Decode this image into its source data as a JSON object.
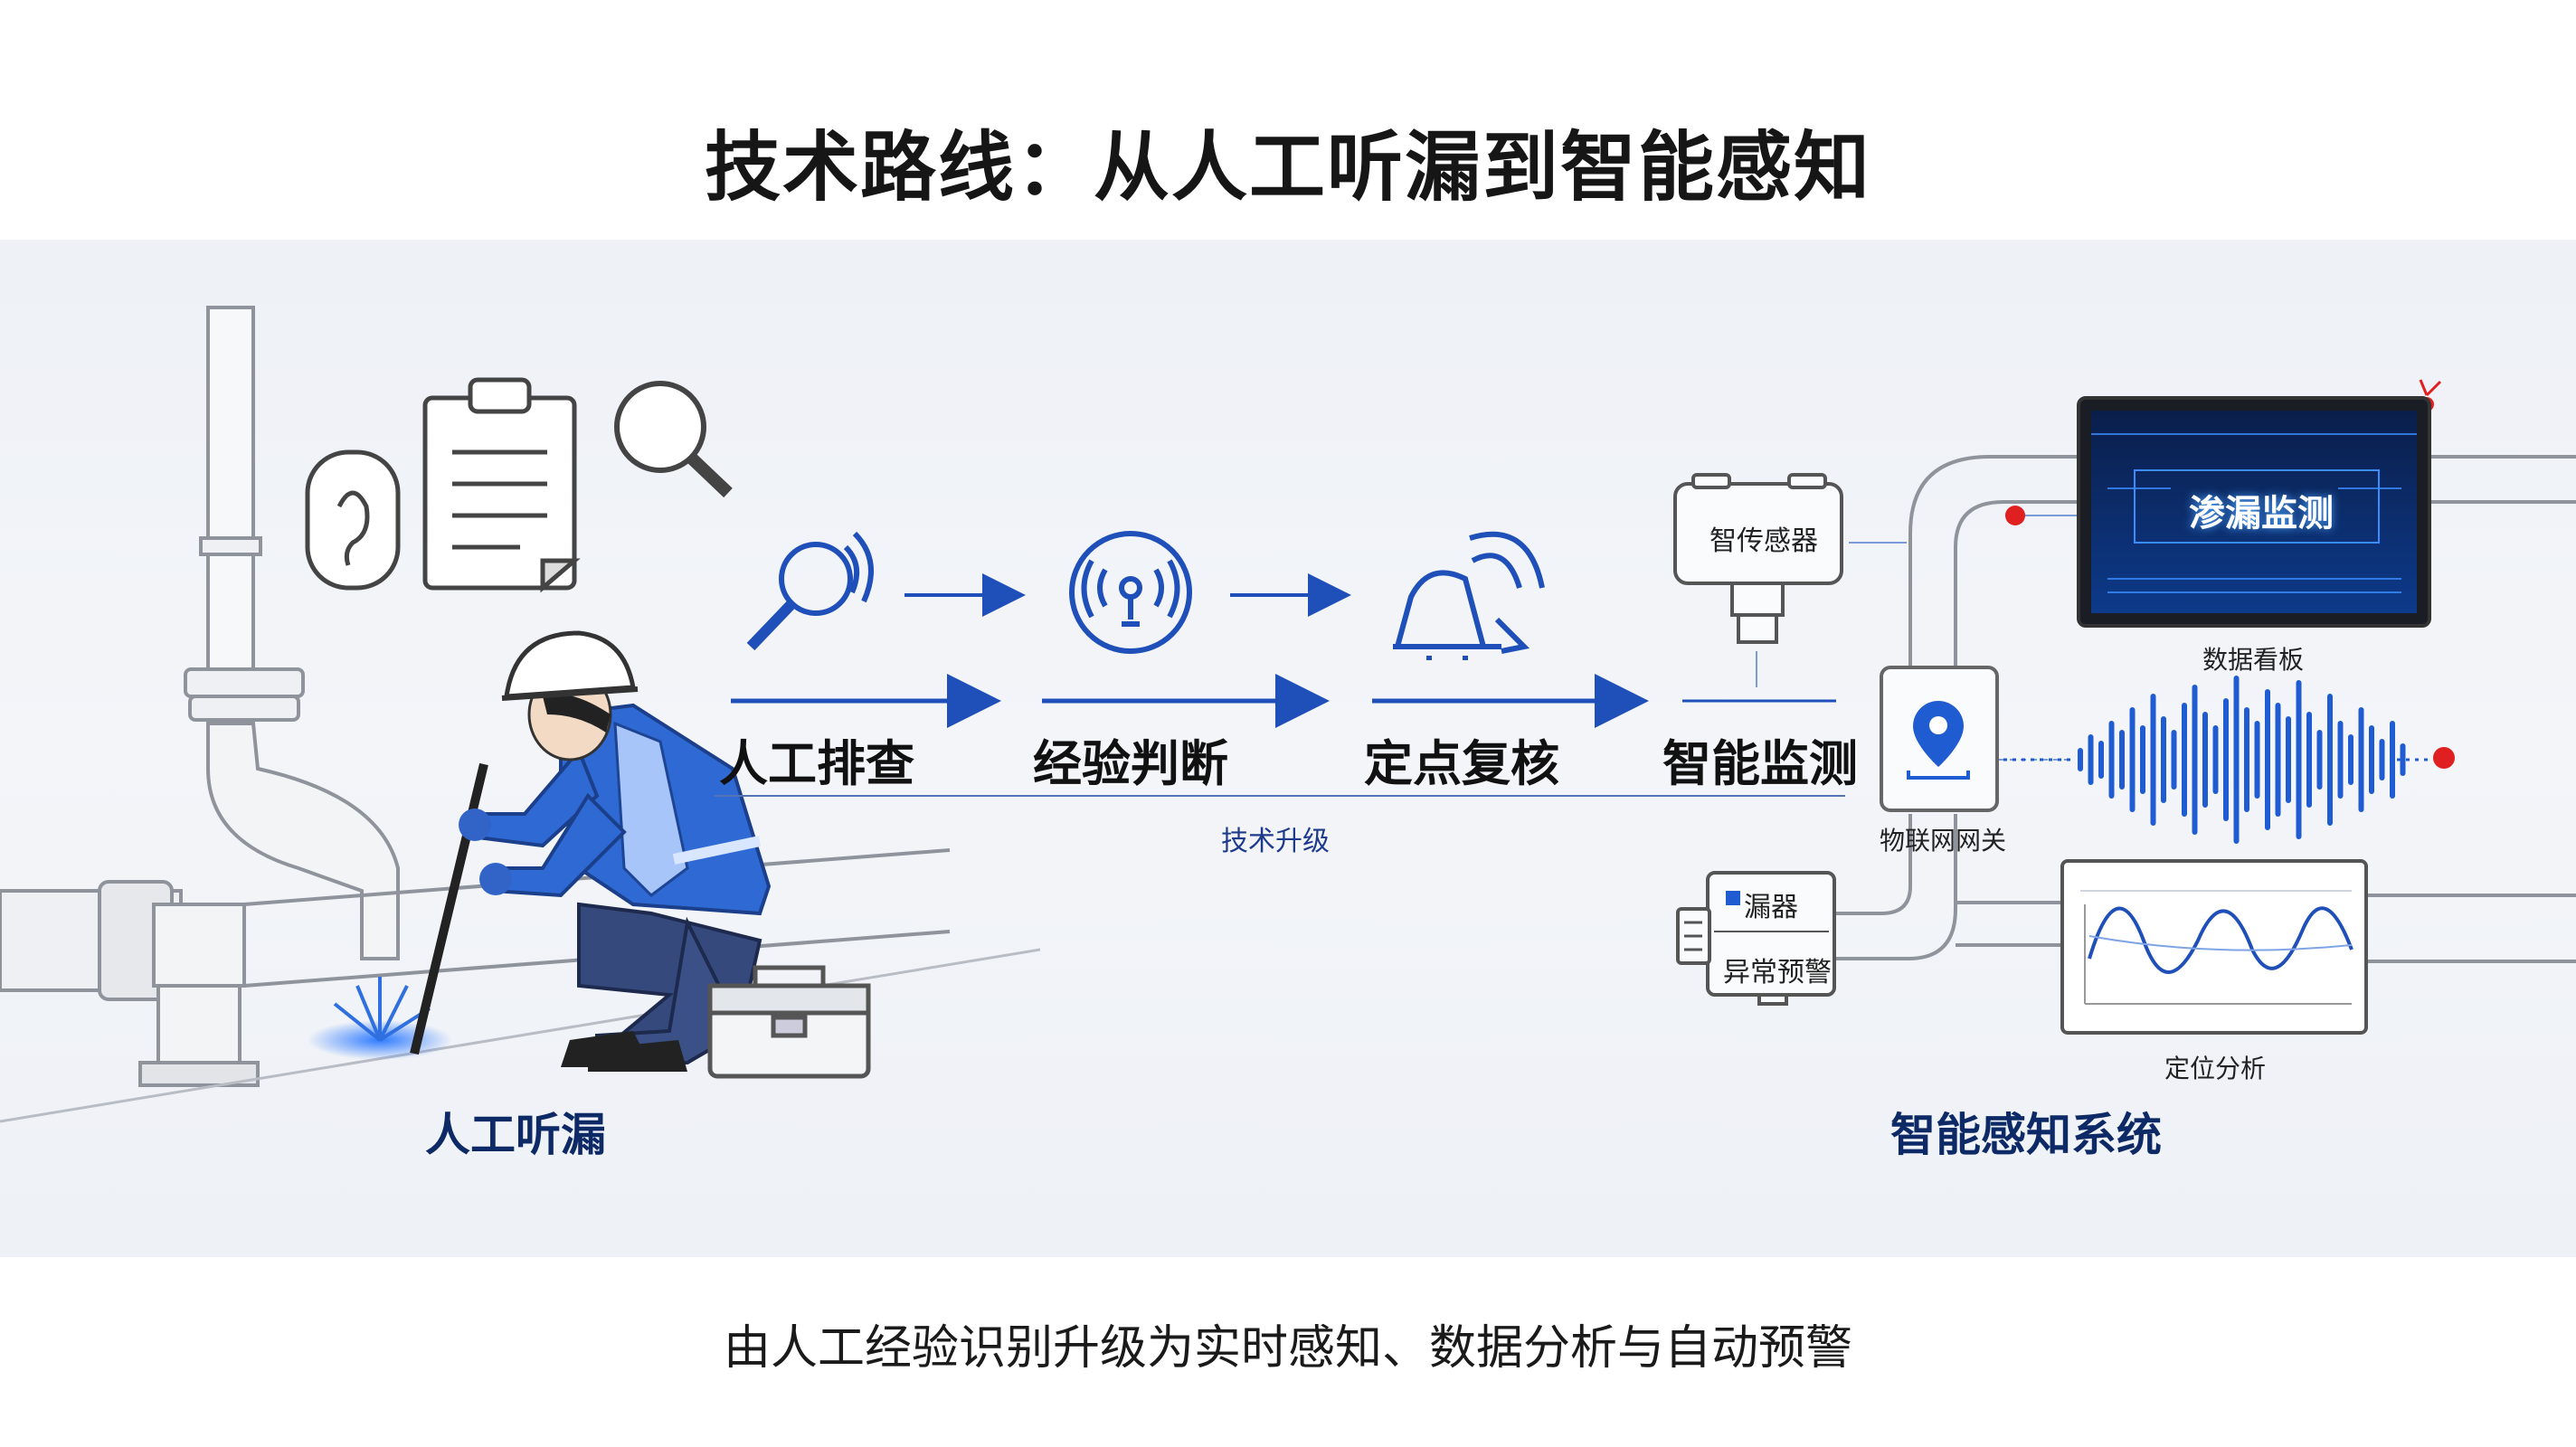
{
  "title": "技术路线：从人工听漏到智能感知",
  "steps": [
    "人工排查",
    "经验判断",
    "定点复核",
    "智能监测"
  ],
  "upgrade_label": "技术升级",
  "left_section_label": "人工听漏",
  "right_section_label": "智能感知系统",
  "devices": {
    "sensor": "智传感器",
    "dashboard_screen": "渗漏监测",
    "dashboard_caption": "数据看板",
    "gateway_caption": "物联网网关",
    "detector_title": "漏器",
    "detector_alert": "异常预警",
    "analysis_caption": "定位分析"
  },
  "footer": "由人工经验识别升级为实时感知、数据分析与自动预警",
  "colors": {
    "accent": "#1f4fb8",
    "alert": "#e02020",
    "navy": "#0d2a66"
  }
}
